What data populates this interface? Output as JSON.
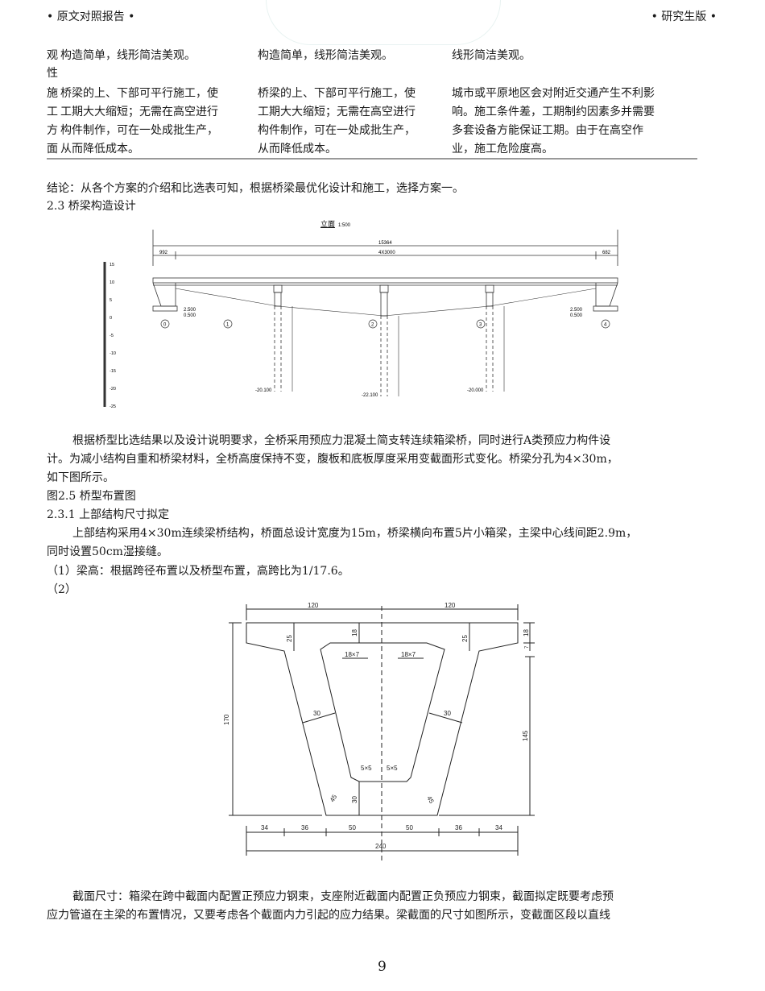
{
  "header": {
    "left": "• 原文对照报告 •",
    "right": "• 研究生版 •"
  },
  "table": {
    "col0": [
      "观",
      "性",
      "施",
      "工",
      "方",
      "面"
    ],
    "col1": [
      "构造简单，线形简洁美观。",
      "",
      "桥梁的上、下部可平行施工，使",
      "工期大大缩短；无需在高空进行",
      "构件制作，可在一处成批生产，",
      "从而降低成本。"
    ],
    "col2": [
      "构造简单，线形简洁美观。",
      "",
      "桥梁的上、下部可平行施工，使",
      "工期大大缩短；无需在高空进行",
      "构件制作，可在一处成批生产，",
      "从而降低成本。"
    ],
    "col3": [
      "线形简洁美观。",
      "",
      "城市或平原地区会对附近交通产生不利影",
      "响。施工条件差，工期制约因素多并需要",
      "多套设备方能保证工期。由于在高空作",
      "业，施工危险度高。"
    ]
  },
  "conclusion": "结论：从各个方案的介绍和比选表可知，根据桥梁最优化设计和施工，选择方案一。",
  "section_2_3": "2.3 桥梁构造设计",
  "elevation": {
    "title": "立面",
    "scale": "1:500",
    "total": "15364",
    "span": "4X3000",
    "left_end": "992",
    "right_end": "682",
    "scale_ticks": [
      "15",
      "10",
      "5",
      "0",
      "-5",
      "-10",
      "-15",
      "-20",
      "-25"
    ],
    "elev_left": [
      "2.500",
      "0.500"
    ],
    "elev_right": [
      "2.500",
      "0.500"
    ],
    "pile_bottoms": [
      "-20.100",
      "-22.100",
      "-20.000"
    ],
    "axes": [
      "0",
      "1",
      "2",
      "3",
      "4"
    ]
  },
  "para1": [
    "根据桥型比选结果以及设计说明要求，全桥采用预应力混凝土简支转连续箱梁桥，同时进行A类预应力构件设",
    "计。为减小结构自重和桥梁材料，全桥高度保持不变，腹板和底板厚度采用变截面形式变化。桥梁分孔为4×30m，",
    "如下图所示。"
  ],
  "fig_caption": "图2.5 桥型布置图",
  "section_2_3_1": "2.3.1 上部结构尺寸拟定",
  "para2": [
    "上部结构采用4×30m连续梁桥结构，桥面总设计宽度为15m，桥梁横向布置5片小箱梁，主梁中心线间距2.9m，",
    "同时设置50cm湿接缝。"
  ],
  "item1": "（1）梁高：根据跨径布置以及桥型布置，高跨比为1/17.6。",
  "item2": "（2）",
  "section": {
    "half_left": "120",
    "half_right": "120",
    "height": "170",
    "web_height": "145",
    "flange_left": "25",
    "flange_right": "25",
    "top_slab": "18",
    "right_top": "18",
    "right_haunch": "7",
    "haunch_left": "18×7",
    "haunch_right": "18×7",
    "web_left": "30",
    "web_right": "30",
    "bottom_chamfer_left": "5×5",
    "bottom_chamfer_right": "5×5",
    "bottom_slab": "30",
    "corner_left": "45",
    "corner_right": "45",
    "bottom_dims": [
      "34",
      "36",
      "50",
      "50",
      "36",
      "34"
    ],
    "total_width": "240"
  },
  "para3": [
    "截面尺寸：箱梁在跨中截面内配置正预应力钢束，支座附近截面内配置正负预应力钢束，截面拟定既要考虑预",
    "应力管道在主梁的布置情况，又要考虑各个截面内力引起的应力结果。梁截面的尺寸如图所示，变截面区段以直线"
  ],
  "page_number": "9"
}
